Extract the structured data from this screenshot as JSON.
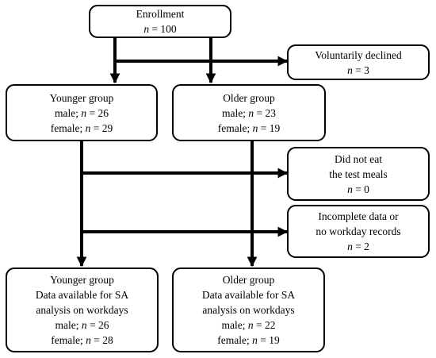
{
  "enrollment": {
    "title": "Enrollment",
    "n_var": "n",
    "n_value": " = 100"
  },
  "declined": {
    "title": "Voluntarily declined",
    "n_var": "n",
    "n_value": " = 3"
  },
  "younger": {
    "title": "Younger group",
    "male_label": "male; ",
    "male_var": "n",
    "male_value": " = 26",
    "female_label": "female; ",
    "female_var": "n",
    "female_value": " = 29"
  },
  "older": {
    "title": "Older group",
    "male_label": "male; ",
    "male_var": "n",
    "male_value": " = 23",
    "female_label": "female; ",
    "female_var": "n",
    "female_value": " = 19"
  },
  "did_not_eat": {
    "line1": "Did not eat",
    "line2": "the test meals",
    "n_var": "n",
    "n_value": " = 0"
  },
  "incomplete": {
    "line1": "Incomplete data or",
    "line2": "no workday records",
    "n_var": "n",
    "n_value": " = 2"
  },
  "younger_final": {
    "title": "Younger group",
    "line2": "Data available for SA",
    "line3": "analysis on workdays",
    "male_label": "male; ",
    "male_var": "n",
    "male_value": " = 26",
    "female_label": "female; ",
    "female_var": "n",
    "female_value": " = 28"
  },
  "older_final": {
    "title": "Older group",
    "line2": "Data available for SA",
    "line3": "analysis on workdays",
    "male_label": "male; ",
    "male_var": "n",
    "male_value": " = 22",
    "female_label": "female; ",
    "female_var": "n",
    "female_value": " = 19"
  }
}
